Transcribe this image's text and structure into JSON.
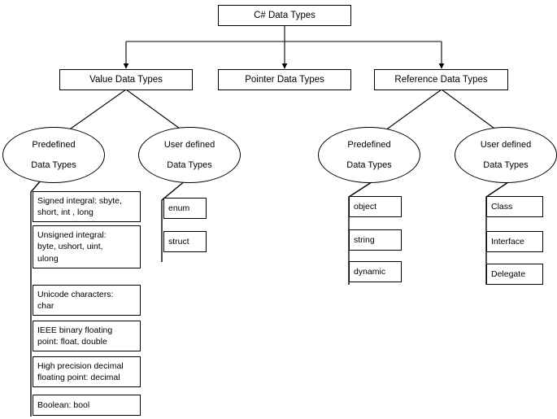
{
  "diagram": {
    "title": "C# Data Types",
    "type": "hierarchy-tree",
    "root": {
      "label": "C# Data Types"
    },
    "categories": [
      {
        "id": "value",
        "label": "Value Data Types"
      },
      {
        "id": "pointer",
        "label": "Pointer Data Types"
      },
      {
        "id": "reference",
        "label": "Reference Data Types"
      }
    ],
    "groups": [
      {
        "id": "value-predefined",
        "line1": "Predefined",
        "line2": "Data Types"
      },
      {
        "id": "value-userdefined",
        "line1": "User defined",
        "line2": "Data Types"
      },
      {
        "id": "reference-predefined",
        "line1": "Predefined",
        "line2": "Data Types"
      },
      {
        "id": "reference-userdefined",
        "line1": "User defined",
        "line2": "Data Types"
      }
    ],
    "value_predefined_items": [
      {
        "line1": "Signed integral: sbyte,",
        "line2": "short, int , long"
      },
      {
        "line1": "Unsigned integral:",
        "line2": "byte, ushort, uint,",
        "line3": "ulong"
      },
      {
        "line1": "Unicode characters:",
        "line2": "char"
      },
      {
        "line1": "IEEE binary floating",
        "line2": "point: float, double"
      },
      {
        "line1": "High precision decimal",
        "line2": "floating point: decimal"
      },
      {
        "line1": "Boolean: bool"
      }
    ],
    "value_userdefined_items": [
      {
        "line1": "enum"
      },
      {
        "line1": "struct"
      }
    ],
    "reference_predefined_items": [
      {
        "line1": "object"
      },
      {
        "line1": "string"
      },
      {
        "line1": "dynamic"
      }
    ],
    "reference_userdefined_items": [
      {
        "line1": "Class"
      },
      {
        "line1": "Interface"
      },
      {
        "line1": "Delegate"
      }
    ],
    "colors": {
      "stroke": "#000000",
      "fill": "#ffffff",
      "text": "#000000"
    }
  }
}
